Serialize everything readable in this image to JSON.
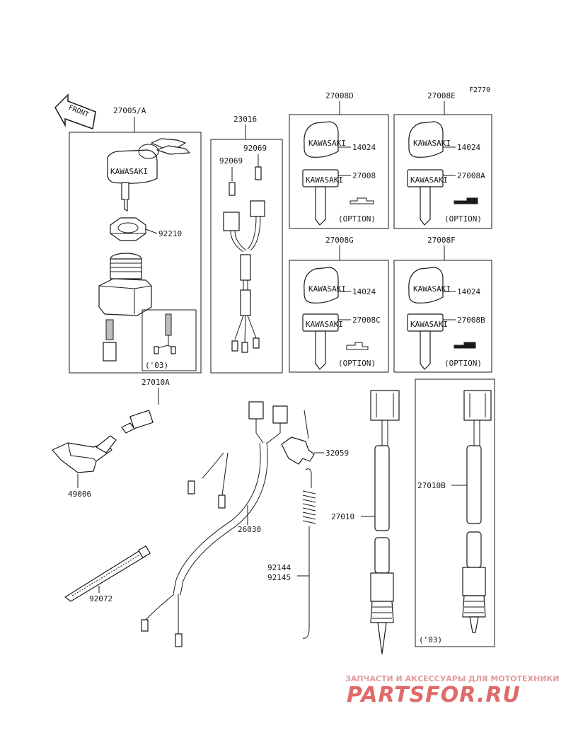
{
  "figure_code": "F2770",
  "front_arrow": "FRONT",
  "boxes": {
    "ignition": {
      "part_no": "27005/A",
      "note": "('03)"
    },
    "harness": {
      "part_no": "23016"
    },
    "key_d": {
      "part_no": "27008D",
      "option": "(OPTION)"
    },
    "key_e": {
      "part_no": "27008E",
      "option": "(OPTION)"
    },
    "key_g": {
      "part_no": "27008G",
      "option": "(OPTION)"
    },
    "key_f": {
      "part_no": "27008F",
      "option": "(OPTION)"
    },
    "switch_b": {
      "note": "('03)"
    }
  },
  "callouts": {
    "c92210": "92210",
    "c92069a": "92069",
    "c92069b": "92069",
    "c14024_d": "14024",
    "c27008": "27008",
    "c14024_e": "14024",
    "c27008A": "27008A",
    "c14024_g": "14024",
    "c27008C": "27008C",
    "c14024_f": "14024",
    "c27008B": "27008B",
    "c27010A": "27010A",
    "c49006": "49006",
    "c32059": "32059",
    "c26030": "26030",
    "c27010": "27010",
    "c27010B": "27010B",
    "c92144": "92144",
    "c92145": "92145",
    "c92072": "92072"
  },
  "key_brand": "KAWASAKI",
  "watermark": {
    "line1": "ЗАПЧАСТИ И АКСЕССУАРЫ ДЛЯ МОТОТЕХНИКИ",
    "line2": "PARTSFOR.RU"
  }
}
